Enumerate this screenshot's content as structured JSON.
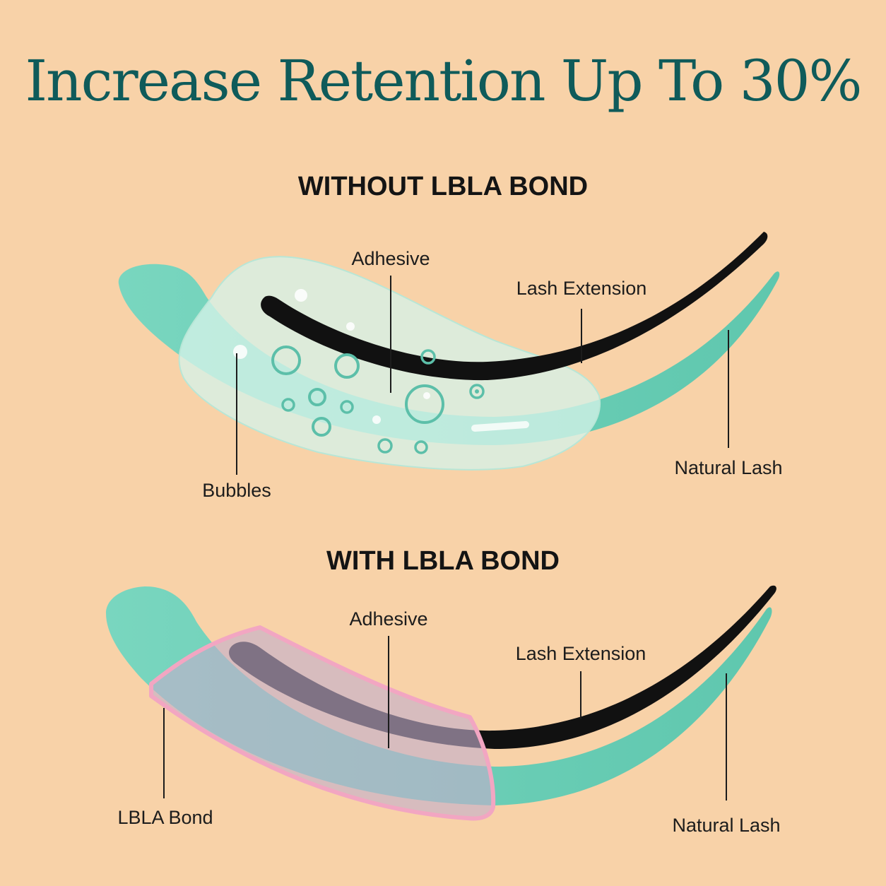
{
  "title": "Increase Retention Up To 30%",
  "colors": {
    "background": "#f8d2a8",
    "title": "#0f5b5a",
    "natural_lash": "#6fd0b8",
    "adhesive": "#c9ece0",
    "bubble": "#5cbfa9",
    "lash_extension": "#111111",
    "lbla_bond": "#f2a6c2"
  },
  "without": {
    "heading": "WITHOUT LBLA BOND",
    "labels": {
      "adhesive": "Adhesive",
      "lash_extension": "Lash Extension",
      "bubbles": "Bubbles",
      "natural_lash": "Natural Lash"
    }
  },
  "with": {
    "heading": "WITH LBLA BOND",
    "labels": {
      "adhesive": "Adhesive",
      "lash_extension": "Lash Extension",
      "lbla_bond": "LBLA Bond",
      "natural_lash": "Natural Lash"
    }
  }
}
